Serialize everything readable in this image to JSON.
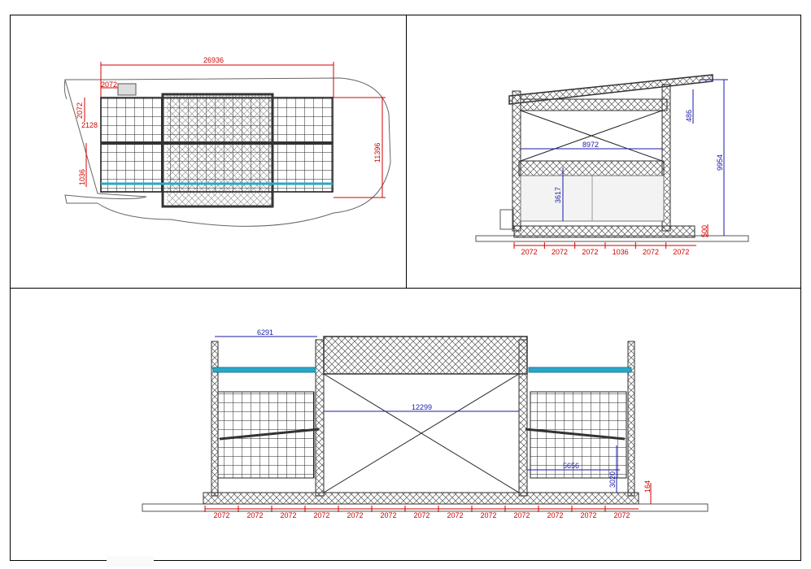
{
  "drawing": {
    "plan": {
      "overall_width": "26936",
      "overall_depth": "11396",
      "dim_top_left": "2072",
      "dim_left_1": "2072",
      "dim_left_2": "2128",
      "dim_left_3": "1036"
    },
    "side": {
      "total_height": "9954",
      "top_offset": "486",
      "inner_span": "8972",
      "lower_height": "3617",
      "base_height": "500",
      "bays": [
        "2072",
        "2072",
        "2072",
        "1036",
        "2072",
        "2072"
      ]
    },
    "front": {
      "wing_span": "6291",
      "center_span": "12299",
      "right_span": "5656",
      "right_height": "3020",
      "base_height": "164",
      "bays": [
        "2072",
        "2072",
        "2072",
        "2072",
        "2072",
        "2072",
        "2072",
        "2072",
        "2072",
        "2072",
        "2072",
        "2072",
        "2072"
      ]
    }
  },
  "colors": {
    "frame": "#000000",
    "truss": "#4d4d4d",
    "red_dim": "#d40000",
    "blue_dim": "#1a1aa8",
    "cyan": "#2aa7c9"
  }
}
